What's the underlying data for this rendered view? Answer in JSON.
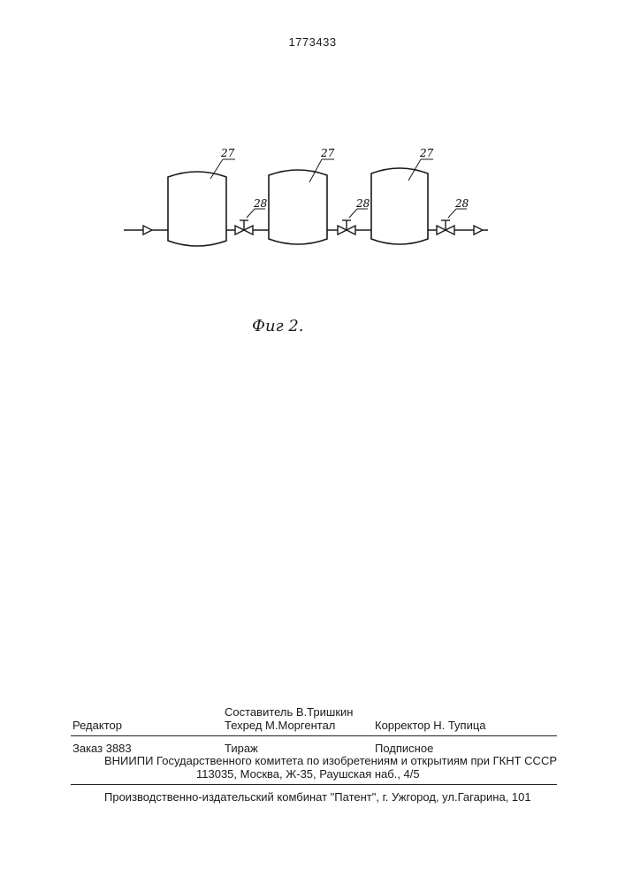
{
  "patent_number": "1773433",
  "figure": {
    "caption": "Фиг 2.",
    "vessel_label": "27",
    "valve_label": "28",
    "vessel_count": 3,
    "valve_count": 3
  },
  "imprint": {
    "editor_label": "Редактор",
    "compiler": "Составитель  В.Тришкин",
    "techred": "Техред М.Моргентал",
    "corrector": "Корректор  Н. Тупица",
    "order": "Заказ  3883",
    "circulation": "Тираж",
    "subscription": "Подписное",
    "org_line": "ВНИИПИ Государственного комитета по изобретениям и открытиям при ГКНТ СССР",
    "address_line": "113035, Москва, Ж-35, Раушская наб., 4/5",
    "printer_line": "Производственно-издательский комбинат \"Патент\", г. Ужгород, ул.Гагарина, 101"
  }
}
